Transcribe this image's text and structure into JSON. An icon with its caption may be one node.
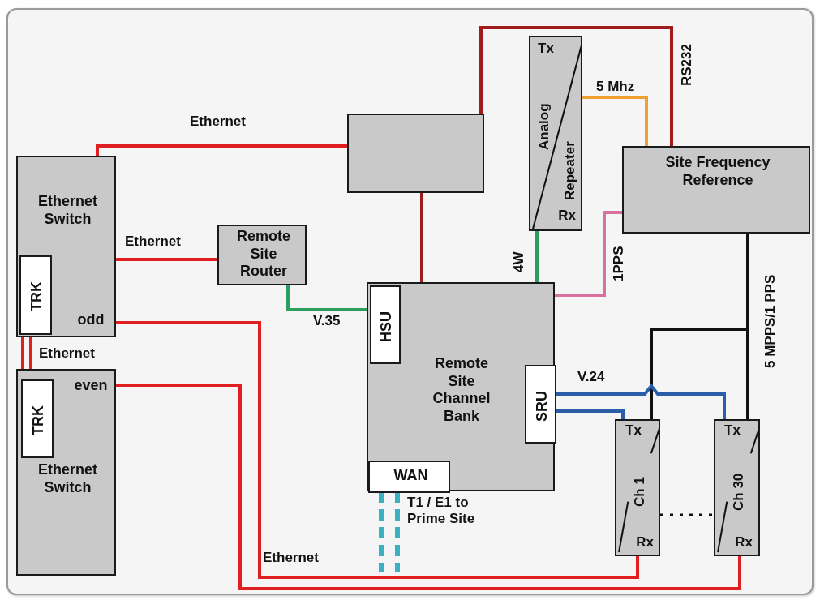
{
  "diagram": {
    "nodes": [
      {
        "text": [
          "Ethernet Switch",
          "odd"
        ]
      },
      {
        "text": [
          "TRK"
        ],
        "in": 0
      },
      {
        "text": [
          "even",
          "Ethernet Switch"
        ]
      },
      {
        "text": [
          "TRK"
        ],
        "in": 2
      },
      {
        "text": [],
        "shape": "box"
      },
      {
        "text": [
          "Remote Site Router"
        ]
      },
      {
        "text": [
          "Tx",
          "Analog",
          "Repeater",
          "Rx"
        ]
      },
      {
        "text": [
          "Site Frequency Reference"
        ]
      },
      {
        "text": [
          "Remote Site Channel Bank"
        ]
      },
      {
        "text": [
          "HSU"
        ],
        "in": 8
      },
      {
        "text": [
          "SRU"
        ],
        "in": 8
      },
      {
        "text": [
          "WAN"
        ],
        "in": 8
      },
      {
        "text": [
          "Tx",
          "Ch 1",
          "Rx"
        ]
      },
      {
        "text": [
          "Tx",
          "Ch 30",
          "Rx"
        ]
      }
    ],
    "edges": [
      {
        "from": 0,
        "to": 4,
        "arrow": "none",
        "label": "Ethernet"
      },
      {
        "from": 0,
        "to": 5,
        "arrow": "none",
        "label": "Ethernet"
      },
      {
        "from": 0,
        "to": 12,
        "arrow": "none",
        "label": "Ethernet"
      },
      {
        "from": 2,
        "to": 13,
        "arrow": "none"
      },
      {
        "from": 1,
        "to": 3,
        "arrow": "none",
        "label": "Ethernet"
      },
      {
        "from": 1,
        "to": 3,
        "arrow": "none"
      },
      {
        "from": 4,
        "to": 8,
        "arrow": "none",
        "color": "#a01c1c"
      },
      {
        "from": 4,
        "to": 7,
        "arrow": "none",
        "label": "RS232",
        "color": "#a01c1c"
      },
      {
        "from": 5,
        "to": 9,
        "arrow": "none",
        "label": "V.35",
        "color": "#2e9e5e"
      },
      {
        "from": 6,
        "to": 8,
        "arrow": "none",
        "label": "4W",
        "color": "#2e9e5e"
      },
      {
        "from": 6,
        "to": 7,
        "arrow": "none",
        "label": "5 Mhz",
        "color": "#f0a030"
      },
      {
        "from": 7,
        "to": 8,
        "arrow": "none",
        "label": "1PPS",
        "color": "#d870a0"
      },
      {
        "from": 7,
        "to": 13,
        "arrow": "none",
        "label": "5 MPPS/1 PPS",
        "color": "#111111"
      },
      {
        "from": 7,
        "to": 12,
        "arrow": "none",
        "color": "#111111"
      },
      {
        "from": 10,
        "to": 12,
        "arrow": "none",
        "label": "V.24",
        "color": "#2a5ea8"
      },
      {
        "from": 10,
        "to": 13,
        "arrow": "none",
        "color": "#2a5ea8"
      },
      {
        "from": 12,
        "to": 13,
        "arrow": "none",
        "style": "dashed",
        "color": "#111111"
      },
      {
        "from": 11,
        "to": null,
        "arrow": "none",
        "style": "dashed",
        "color": "#3ab0c0"
      },
      {
        "from": 11,
        "to": null,
        "arrow": "none",
        "style": "dashed",
        "color": "#3ab0c0",
        "label": "T1 / E1 to Prime Site"
      }
    ]
  }
}
